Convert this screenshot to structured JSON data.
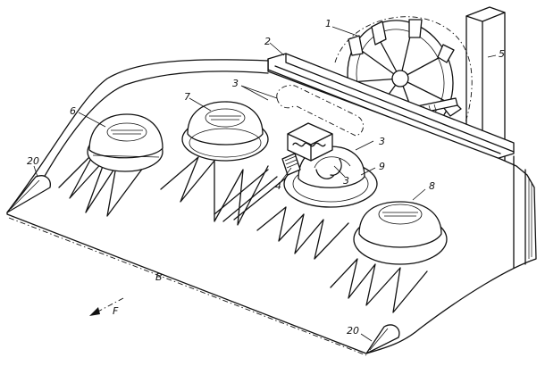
{
  "labels": {
    "l1": "1",
    "l2": "2",
    "l3a": "3",
    "l3b": "3",
    "l3c": "3",
    "l4": "4",
    "l5": "5",
    "l6": "6",
    "l7": "7",
    "l8": "8",
    "l9": "9",
    "l20a": "20",
    "l20b": "20",
    "lB": "B",
    "lF": "F"
  }
}
